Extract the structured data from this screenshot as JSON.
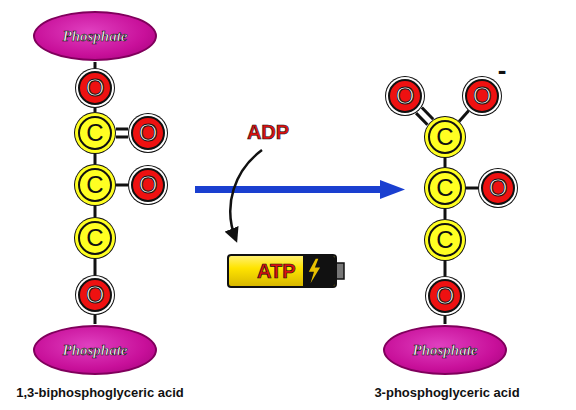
{
  "diagram": {
    "nodes": [
      {
        "text": [
          "Phosphate"
        ]
      },
      {
        "text": [
          "O"
        ]
      },
      {
        "text": [
          "C"
        ]
      },
      {
        "text": [
          "O"
        ]
      },
      {
        "text": [
          "C"
        ]
      },
      {
        "text": [
          "O"
        ]
      },
      {
        "text": [
          "C"
        ]
      },
      {
        "text": [
          "O"
        ]
      },
      {
        "text": [
          "Phosphate"
        ]
      },
      {
        "text": [
          "ATP"
        ]
      },
      {
        "text": [
          "O"
        ]
      },
      {
        "text": [
          "O"
        ]
      },
      {
        "text": [
          "C"
        ]
      },
      {
        "text": [
          "C"
        ]
      },
      {
        "text": [
          "O"
        ]
      },
      {
        "text": [
          "C"
        ]
      },
      {
        "text": [
          "O"
        ]
      },
      {
        "text": [
          "Phosphate"
        ]
      }
    ],
    "edges": [
      {
        "from": 0,
        "to": 1,
        "arrow": "none"
      },
      {
        "from": 1,
        "to": 2,
        "arrow": "none"
      },
      {
        "from": 2,
        "to": 3,
        "arrow": "none"
      },
      {
        "from": 2,
        "to": 4,
        "arrow": "none"
      },
      {
        "from": 4,
        "to": 5,
        "arrow": "none"
      },
      {
        "from": 4,
        "to": 6,
        "arrow": "none"
      },
      {
        "from": 6,
        "to": 7,
        "arrow": "none"
      },
      {
        "from": 7,
        "to": 8,
        "arrow": "none"
      },
      {
        "from": 10,
        "to": 12,
        "arrow": "none"
      },
      {
        "from": 11,
        "to": 12,
        "arrow": "none"
      },
      {
        "from": 12,
        "to": 13,
        "arrow": "none"
      },
      {
        "from": 13,
        "to": 14,
        "arrow": "none"
      },
      {
        "from": 13,
        "to": 15,
        "arrow": "none"
      },
      {
        "from": 15,
        "to": 16,
        "arrow": "none"
      },
      {
        "from": 16,
        "to": 17,
        "arrow": "none"
      }
    ],
    "labels": [
      "ADP",
      "-",
      "1,3-biphosphoglyceric acid",
      "3-phosphoglyceric acid"
    ]
  }
}
